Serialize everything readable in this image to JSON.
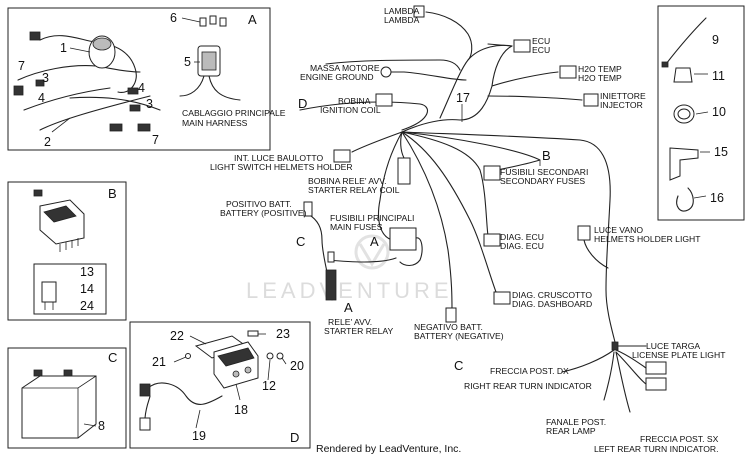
{
  "sections": {
    "a": "A",
    "b": "B",
    "c": "C",
    "d": "D"
  },
  "part_numbers": [
    "1",
    "2",
    "3",
    "4",
    "5",
    "6",
    "7",
    "8",
    "9",
    "10",
    "11",
    "12",
    "13",
    "14",
    "15",
    "16",
    "17",
    "18",
    "19",
    "20",
    "21",
    "22",
    "23",
    "24"
  ],
  "harness": {
    "it": "CABLAGGIO PRINCIPALE",
    "en": "MAIN HARNESS"
  },
  "labels": {
    "lambda_1": "LAMBDA",
    "lambda_2": "LAMBDA",
    "ecu_1": "ECU",
    "ecu_2": "ECU",
    "ground_it": "MASSA MOTORE",
    "ground_en": "ENGINE GROUND",
    "h2o_it": "H2O TEMP",
    "h2o_en": "H2O TEMP",
    "injector_it": "INIETTORE",
    "injector_en": "INJECTOR",
    "coil_it": "BOBINA",
    "coil_en": "IGNITION COIL",
    "helmet_switch_it": "INT. LUCE BAULOTTO",
    "helmet_switch_en": "LIGHT SWITCH HELMETS HOLDER",
    "relay_coil_it": "BOBINA RELE' AVV.",
    "relay_coil_en": "STARTER RELAY COIL",
    "batt_pos_it": "POSITIVO BATT.",
    "batt_pos_en": "BATTERY (POSITIVE)",
    "main_fuses_it": "FUSIBILI PRINCIPALI",
    "main_fuses_en": "MAIN FUSES",
    "secondary_fuses_it": "FUSIBILI SECONDARI",
    "secondary_fuses_en": "SECONDARY FUSES",
    "diag_ecu_it": "DIAG. ECU",
    "diag_ecu_en": "DIAG. ECU",
    "helmet_light_it": "LUCE VANO",
    "helmet_light_en": "HELMETS HOLDER LIGHT",
    "diag_dash_it": "DIAG. CRUSCOTTO",
    "diag_dash_en": "DIAG. DASHBOARD",
    "starter_relay_it": "RELE' AVV.",
    "starter_relay_en": "STARTER RELAY",
    "batt_neg_it": "NEGATIVO BATT.",
    "batt_neg_en": "BATTERY (NEGATIVE)",
    "plate_light_it": "LUCE TARGA",
    "plate_light_en": "LICENSE PLATE LIGHT",
    "rr_turn_it": "FRECCIA POST. DX",
    "rr_turn_en": "RIGHT REAR TURN INDICATOR",
    "rear_lamp_it": "FANALE POST.",
    "rear_lamp_en": "REAR LAMP",
    "lr_turn_it": "FRECCIA POST. SX",
    "lr_turn_en": "LEFT REAR TURN INDICATOR."
  },
  "watermark": "LEADVENTURE",
  "footer": "Rendered by LeadVenture, Inc."
}
